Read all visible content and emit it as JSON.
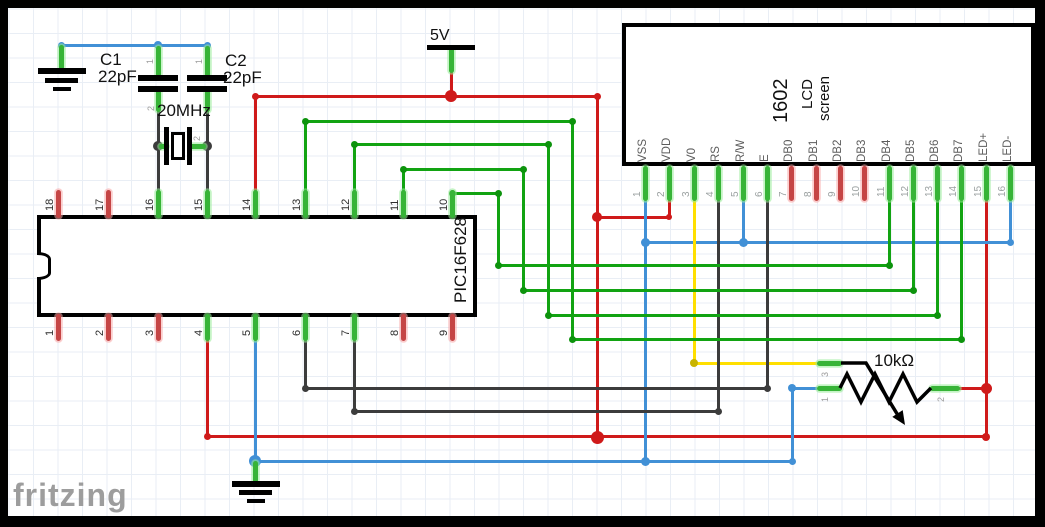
{
  "watermark": "fritzing",
  "components": {
    "c1": {
      "ref": "C1",
      "value": "22pF"
    },
    "c2": {
      "ref": "C2",
      "value": "22pF"
    },
    "crystal": {
      "value": "20MHz"
    },
    "supply": {
      "label": "5V"
    },
    "pot": {
      "value": "10kΩ"
    },
    "pic": {
      "label": "PIC16F628",
      "top_pin_numbers": [
        "18",
        "17",
        "16",
        "15",
        "14",
        "13",
        "12",
        "11",
        "10"
      ],
      "bottom_pin_numbers": [
        "1",
        "2",
        "3",
        "4",
        "5",
        "6",
        "7",
        "8",
        "9"
      ]
    },
    "lcd": {
      "model": "1602",
      "name_line1": "LCD",
      "name_line2": "screen",
      "pin_numbers": [
        "1",
        "2",
        "3",
        "4",
        "5",
        "6",
        "7",
        "8",
        "9",
        "10",
        "11",
        "12",
        "13",
        "14",
        "15",
        "16"
      ],
      "pin_labels": [
        "VSS",
        "VDD",
        "V0",
        "RS",
        "R/W",
        "E",
        "DB0",
        "DB1",
        "DB2",
        "DB3",
        "DB4",
        "DB5",
        "DB6",
        "DB7",
        "LED+",
        "LED-"
      ]
    }
  },
  "colors": {
    "red": "#cf1a1a",
    "green": "#12a312",
    "blue": "#4190d6",
    "yellow": "#ffdf00",
    "dark": "#3c3c3c",
    "stub_green": "#37b437",
    "stub_red": "#c54545",
    "bend_green": "#0d930d",
    "yellow_bend": "#c9b400",
    "label_gray": "#9aa0a0",
    "pin_label_gray": "#5c5c5c",
    "grid": "#e9eef5"
  },
  "geometry": {
    "pic_top_xs": [
      58,
      108,
      158,
      207,
      255,
      305,
      354,
      403,
      452
    ],
    "pic_bottom_xs": [
      58,
      108,
      158,
      207,
      255,
      305,
      354,
      403,
      452
    ],
    "lcd_pin_xs": [
      645,
      669,
      694,
      718,
      743,
      767,
      791,
      816,
      840,
      864,
      889,
      913,
      937,
      961,
      986,
      1010
    ],
    "wires": [
      [
        451,
        72,
        451,
        96,
        "red"
      ],
      [
        255,
        96,
        598,
        96,
        "red"
      ],
      [
        255,
        96,
        255,
        192,
        "red"
      ],
      [
        597,
        95,
        597,
        438,
        "red"
      ],
      [
        597,
        217,
        671,
        217,
        "red"
      ],
      [
        669,
        200,
        669,
        219,
        "red"
      ],
      [
        207,
        340,
        207,
        438,
        "red"
      ],
      [
        207,
        436,
        987,
        436,
        "red"
      ],
      [
        986,
        200,
        986,
        437,
        "red"
      ],
      [
        959,
        388,
        987,
        388,
        "red"
      ],
      [
        61,
        45,
        208,
        45,
        "blue"
      ],
      [
        255,
        340,
        255,
        461,
        "blue"
      ],
      [
        255,
        461,
        793,
        461,
        "blue"
      ],
      [
        792,
        388,
        792,
        462,
        "blue"
      ],
      [
        792,
        388,
        817,
        388,
        "blue"
      ],
      [
        645,
        200,
        645,
        462,
        "blue"
      ],
      [
        645,
        242,
        1011,
        242,
        "blue"
      ],
      [
        1010,
        200,
        1010,
        244,
        "blue"
      ],
      [
        743,
        200,
        743,
        244,
        "blue"
      ],
      [
        694,
        200,
        694,
        364,
        "yellow"
      ],
      [
        694,
        363,
        817,
        363,
        "yellow"
      ],
      [
        158,
        111,
        158,
        147,
        "dark"
      ],
      [
        207,
        111,
        207,
        147,
        "dark"
      ],
      [
        158,
        146,
        158,
        193,
        "dark"
      ],
      [
        207,
        146,
        207,
        193,
        "dark"
      ],
      [
        305,
        340,
        305,
        389,
        "dark"
      ],
      [
        305,
        388,
        769,
        388,
        "dark"
      ],
      [
        767,
        200,
        767,
        389,
        "dark"
      ],
      [
        354,
        340,
        354,
        412,
        "dark"
      ],
      [
        354,
        411,
        720,
        411,
        "dark"
      ],
      [
        718,
        200,
        718,
        412,
        "dark"
      ],
      [
        305,
        121,
        305,
        192,
        "green"
      ],
      [
        305,
        121,
        573,
        121,
        "green"
      ],
      [
        572,
        121,
        572,
        340,
        "green"
      ],
      [
        572,
        339,
        962,
        339,
        "green"
      ],
      [
        961,
        200,
        961,
        340,
        "green"
      ],
      [
        354,
        144,
        354,
        192,
        "green"
      ],
      [
        354,
        144,
        549,
        144,
        "green"
      ],
      [
        548,
        144,
        548,
        316,
        "green"
      ],
      [
        548,
        315,
        938,
        315,
        "green"
      ],
      [
        937,
        200,
        937,
        316,
        "green"
      ],
      [
        403,
        169,
        403,
        192,
        "green"
      ],
      [
        403,
        169,
        524,
        169,
        "green"
      ],
      [
        523,
        169,
        523,
        291,
        "green"
      ],
      [
        523,
        290,
        914,
        290,
        "green"
      ],
      [
        913,
        200,
        913,
        291,
        "green"
      ],
      [
        452,
        193,
        499,
        193,
        "green"
      ],
      [
        498,
        193,
        498,
        266,
        "green"
      ],
      [
        498,
        265,
        890,
        265,
        "green"
      ],
      [
        889,
        200,
        889,
        266,
        "green"
      ]
    ],
    "dots": [
      [
        451,
        96,
        12,
        "red"
      ],
      [
        597,
        96,
        7,
        "red"
      ],
      [
        255,
        96,
        7,
        "red"
      ],
      [
        597,
        217,
        10,
        "red"
      ],
      [
        597,
        437,
        13,
        "red"
      ],
      [
        207,
        436,
        7,
        "red"
      ],
      [
        986,
        437,
        8,
        "red"
      ],
      [
        986,
        388,
        11,
        "red"
      ],
      [
        669,
        217,
        6,
        "red"
      ],
      [
        61,
        45,
        7,
        "blue"
      ],
      [
        158,
        45,
        8,
        "blue"
      ],
      [
        207,
        45,
        7,
        "blue"
      ],
      [
        255,
        461,
        12,
        "blue"
      ],
      [
        645,
        461,
        9,
        "blue"
      ],
      [
        792,
        461,
        7,
        "blue"
      ],
      [
        645,
        242,
        9,
        "blue"
      ],
      [
        743,
        242,
        9,
        "blue"
      ],
      [
        1010,
        242,
        7,
        "blue"
      ],
      [
        792,
        388,
        8,
        "blue"
      ],
      [
        158,
        146,
        10,
        "dark"
      ],
      [
        207,
        146,
        10,
        "dark"
      ],
      [
        305,
        388,
        7,
        "dark"
      ],
      [
        767,
        388,
        7,
        "dark"
      ],
      [
        354,
        411,
        7,
        "dark"
      ],
      [
        718,
        411,
        7,
        "dark"
      ],
      [
        694,
        363,
        8,
        "yellow_bend"
      ],
      [
        305,
        121,
        7,
        "bend_green"
      ],
      [
        572,
        121,
        7,
        "bend_green"
      ],
      [
        572,
        339,
        7,
        "bend_green"
      ],
      [
        961,
        339,
        7,
        "bend_green"
      ],
      [
        354,
        144,
        7,
        "bend_green"
      ],
      [
        548,
        144,
        7,
        "bend_green"
      ],
      [
        548,
        315,
        7,
        "bend_green"
      ],
      [
        937,
        315,
        7,
        "bend_green"
      ],
      [
        403,
        169,
        7,
        "bend_green"
      ],
      [
        523,
        169,
        7,
        "bend_green"
      ],
      [
        523,
        290,
        7,
        "bend_green"
      ],
      [
        913,
        290,
        7,
        "bend_green"
      ],
      [
        452,
        193,
        7,
        "bend_green"
      ],
      [
        498,
        193,
        7,
        "bend_green"
      ],
      [
        498,
        265,
        7,
        "bend_green"
      ],
      [
        889,
        265,
        7,
        "bend_green"
      ]
    ],
    "green_stubs": [
      [
        158,
        190,
        158,
        218
      ],
      [
        207,
        190,
        207,
        218
      ],
      [
        255,
        190,
        255,
        218
      ],
      [
        305,
        190,
        305,
        218
      ],
      [
        354,
        190,
        354,
        218
      ],
      [
        403,
        190,
        403,
        218
      ],
      [
        452,
        190,
        452,
        218
      ],
      [
        207,
        314,
        207,
        341
      ],
      [
        255,
        314,
        255,
        341
      ],
      [
        305,
        314,
        305,
        341
      ],
      [
        354,
        314,
        354,
        341
      ],
      [
        645,
        166,
        645,
        201
      ],
      [
        669,
        166,
        669,
        201
      ],
      [
        694,
        166,
        694,
        201
      ],
      [
        718,
        166,
        718,
        201
      ],
      [
        743,
        166,
        743,
        201
      ],
      [
        767,
        166,
        767,
        201
      ],
      [
        889,
        166,
        889,
        201
      ],
      [
        913,
        166,
        913,
        201
      ],
      [
        937,
        166,
        937,
        201
      ],
      [
        961,
        166,
        961,
        201
      ],
      [
        986,
        166,
        986,
        201
      ],
      [
        1010,
        166,
        1010,
        201
      ],
      [
        451,
        47,
        451,
        73
      ],
      [
        61,
        45,
        61,
        70
      ],
      [
        255,
        461,
        255,
        483
      ],
      [
        158,
        46,
        158,
        77
      ],
      [
        158,
        90,
        158,
        112
      ],
      [
        207,
        46,
        207,
        77
      ],
      [
        207,
        90,
        207,
        112
      ],
      [
        159,
        146,
        168,
        146
      ],
      [
        189,
        146,
        206,
        146
      ],
      [
        817,
        363,
        842,
        363
      ],
      [
        817,
        388,
        842,
        388
      ],
      [
        930,
        388,
        960,
        388
      ]
    ],
    "red_stubs": [
      [
        58,
        190,
        58,
        218
      ],
      [
        108,
        190,
        108,
        218
      ],
      [
        58,
        314,
        58,
        341
      ],
      [
        108,
        314,
        108,
        341
      ],
      [
        158,
        314,
        158,
        341
      ],
      [
        403,
        314,
        403,
        341
      ],
      [
        452,
        314,
        452,
        341
      ],
      [
        791,
        166,
        791,
        201
      ],
      [
        816,
        166,
        816,
        201
      ],
      [
        840,
        166,
        840,
        201
      ],
      [
        864,
        166,
        864,
        201
      ]
    ],
    "tiny_labels": [
      [
        "1",
        146,
        64
      ],
      [
        "2",
        147,
        111
      ],
      [
        "1",
        195,
        64
      ],
      [
        "2",
        193,
        141
      ],
      [
        "3",
        821,
        377
      ],
      [
        "1",
        821,
        402
      ],
      [
        "2",
        937,
        402
      ]
    ]
  }
}
